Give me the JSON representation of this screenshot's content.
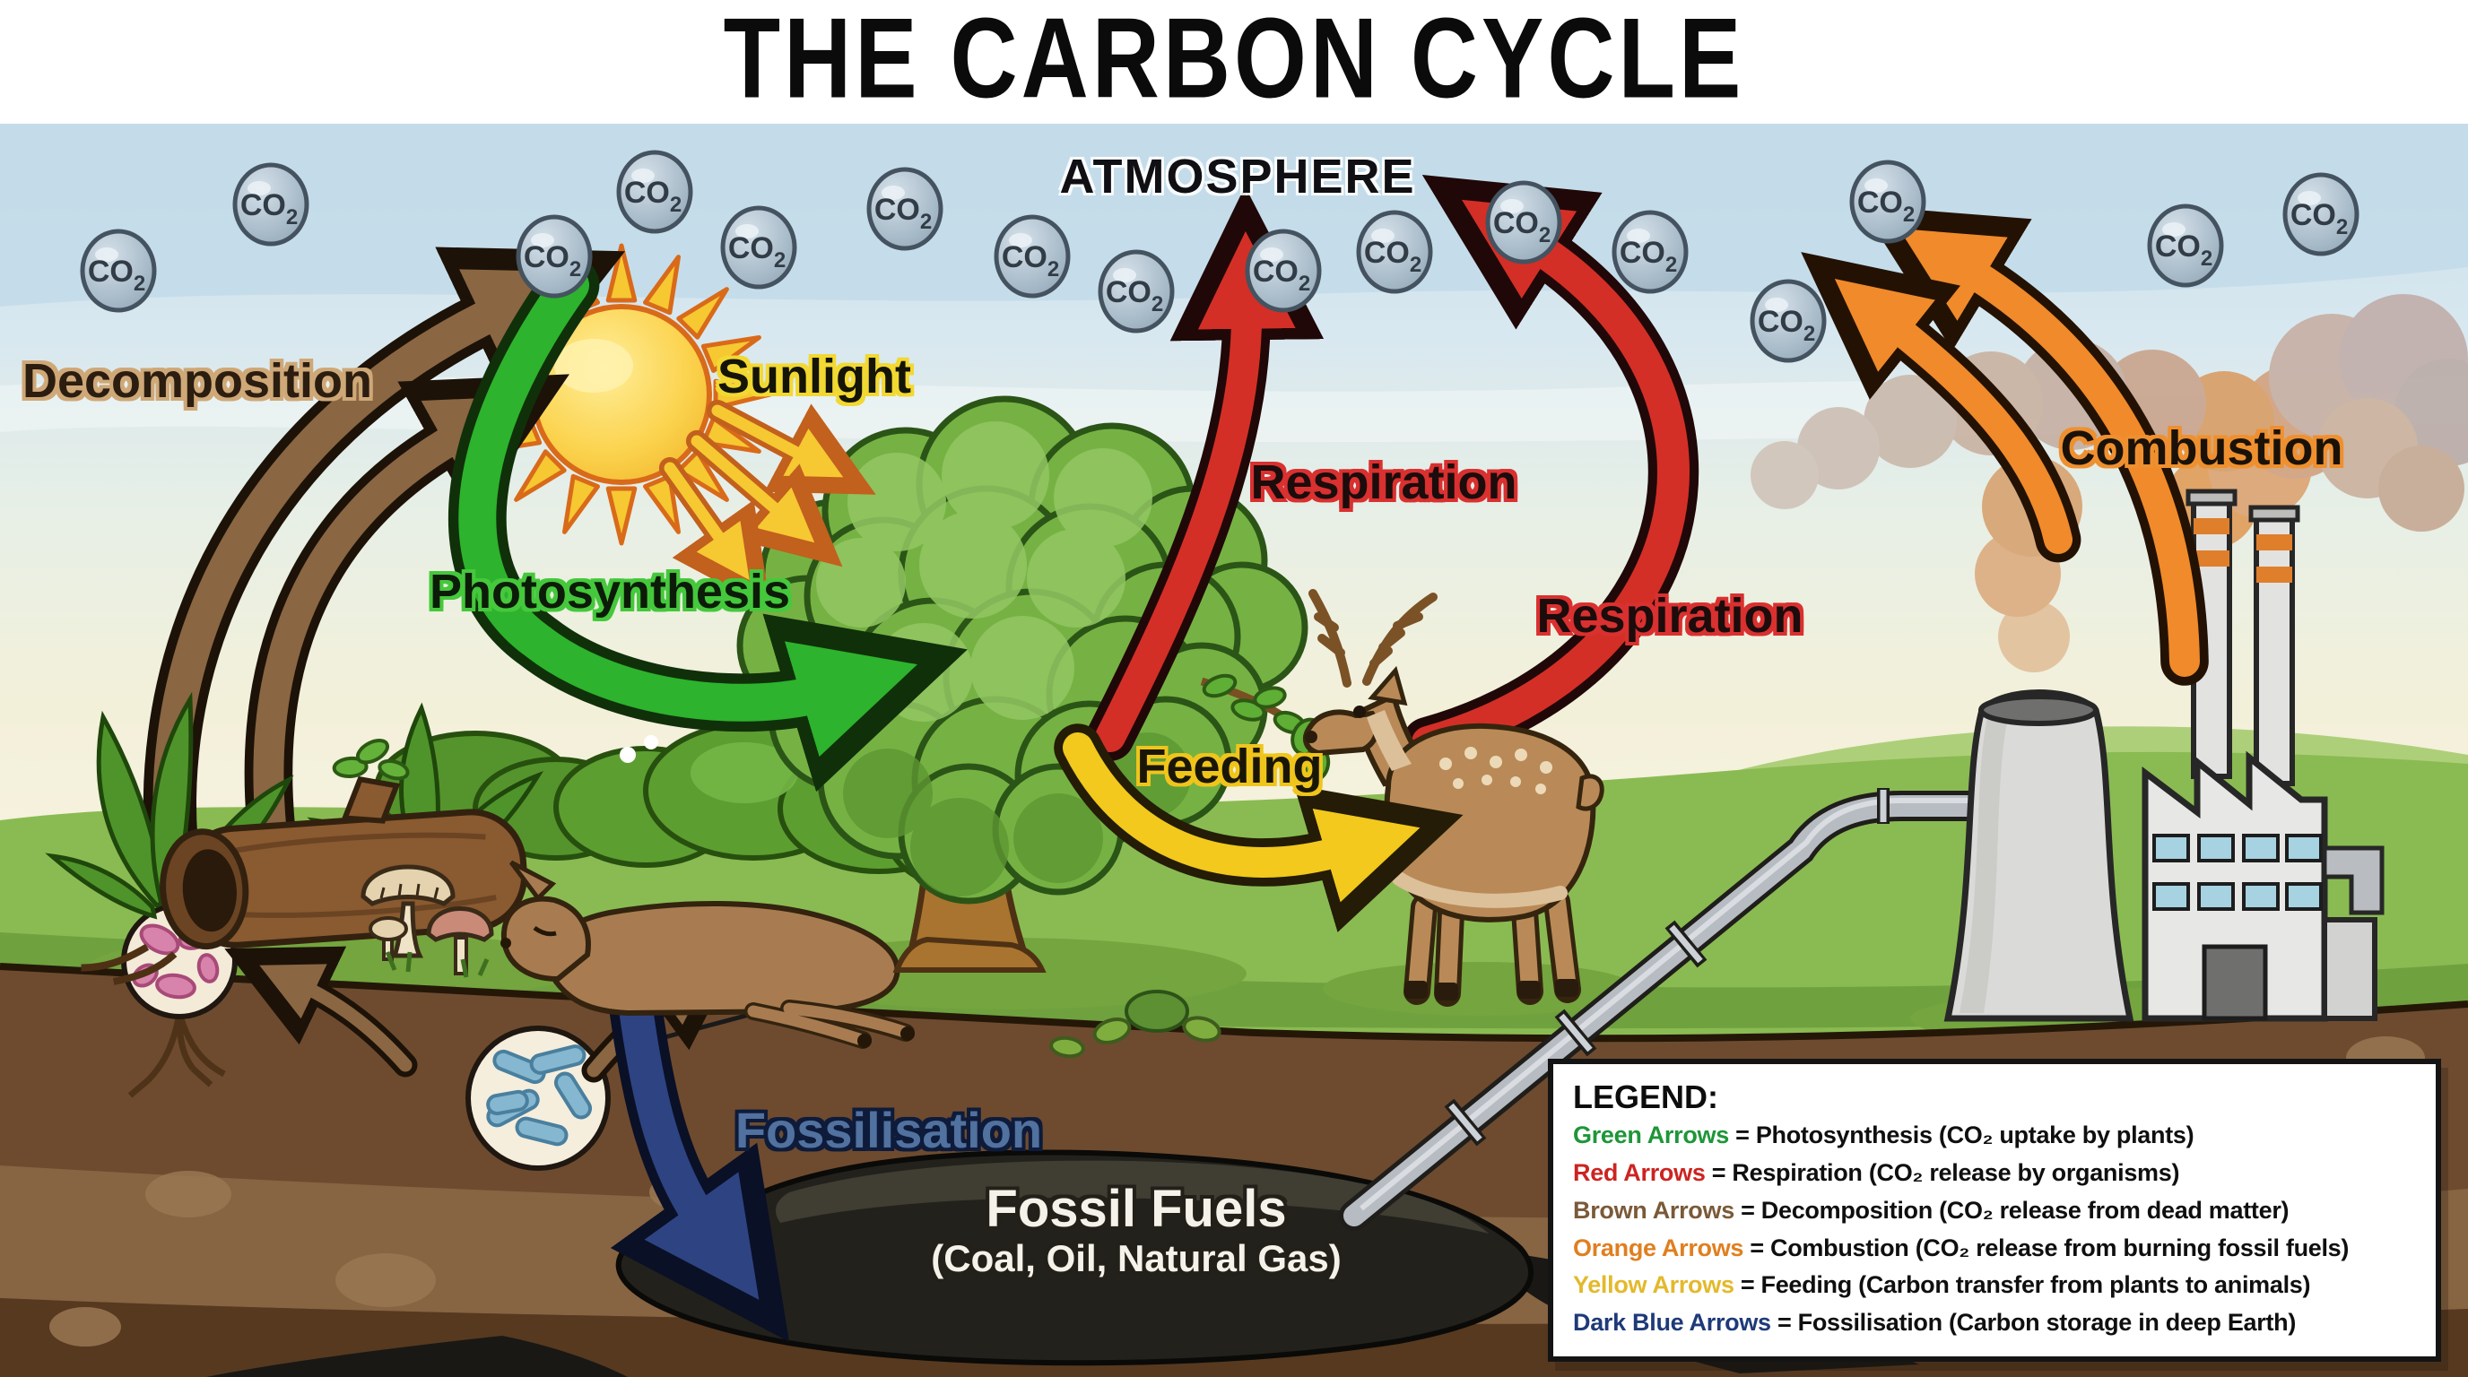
{
  "title": "THE CARBON CYCLE",
  "atmosphere": {
    "label": "ATMOSPHERE",
    "co2": {
      "base": "CO",
      "sub": "2"
    },
    "co2_positions": [
      [
        132,
        302
      ],
      [
        302,
        228
      ],
      [
        618,
        286
      ],
      [
        730,
        214
      ],
      [
        846,
        276
      ],
      [
        1009,
        233
      ],
      [
        1151,
        286
      ],
      [
        1267,
        325
      ],
      [
        1431,
        302
      ],
      [
        1555,
        281
      ],
      [
        1699,
        248
      ],
      [
        1840,
        281
      ],
      [
        1994,
        358
      ],
      [
        2105,
        225
      ],
      [
        2437,
        274
      ],
      [
        2588,
        239
      ]
    ]
  },
  "process_labels": {
    "decomposition": "Decomposition",
    "sunlight": "Sunlight",
    "photosynthesis": "Photosynthesis",
    "respiration_tree": "Respiration",
    "respiration_animal": "Respiration",
    "feeding": "Feeding",
    "combustion": "Combustion",
    "fossilisation": "Fossilisation"
  },
  "fossil_fuels": {
    "name": "Fossil Fuels",
    "types": "(Coal, Oil, Natural Gas)"
  },
  "legend": {
    "heading": "LEGEND:",
    "rows": [
      {
        "term": "Green Arrows",
        "color": "#1e9639",
        "desc": " = Photosynthesis (CO₂ uptake by plants)"
      },
      {
        "term": "Red Arrows",
        "color": "#cc2421",
        "desc": " = Respiration (CO₂ release by organisms)"
      },
      {
        "term": "Brown Arrows",
        "color": "#7a5a38",
        "desc": " = Decomposition (CO₂ release from dead matter)"
      },
      {
        "term": "Orange Arrows",
        "color": "#e07f1f",
        "desc": " = Combustion (CO₂ release from burning fossil fuels)"
      },
      {
        "term": "Yellow Arrows",
        "color": "#e3b92c",
        "desc": " = Feeding (Carbon transfer from plants to animals)"
      },
      {
        "term": "Dark Blue Arrows",
        "color": "#1e3a78",
        "desc": " = Fossilisation (Carbon storage in deep Earth)"
      }
    ]
  },
  "colors": {
    "green_arrow": "#2db32d",
    "red_arrow": "#d32f27",
    "brown_arrow": "#8a6642",
    "orange_arrow": "#f08a2a",
    "yellow_arrow": "#f2c91c",
    "dark_blue_arrow": "#2e4382",
    "sunlight_arrow": "#f6c832",
    "co2_bubble": "#a7bac8",
    "sun": "#f9cf3a",
    "sky": "#cfe2ed",
    "grass": "#8abb52",
    "soil": "#6e4b2f"
  }
}
